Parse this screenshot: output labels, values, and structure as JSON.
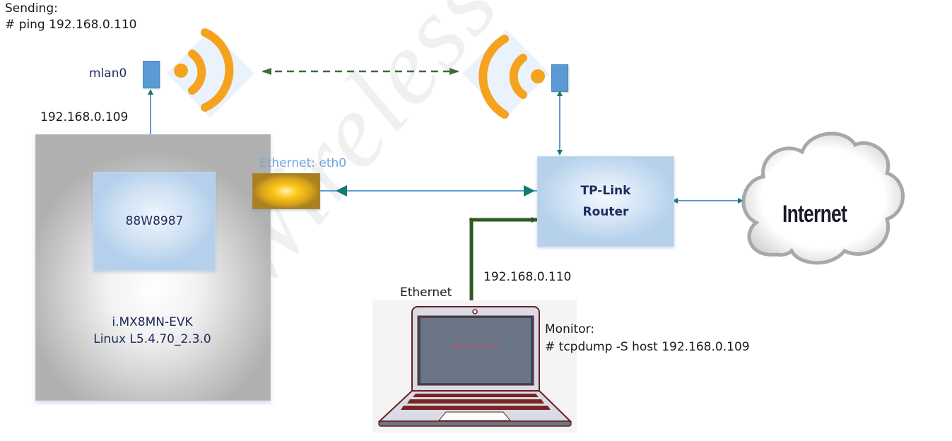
{
  "watermark": "Wireless MCU Team",
  "sender": {
    "title": "Sending:",
    "command": "# ping 192.168.0.110",
    "interface": "mlan0",
    "ip": "192.168.0.109"
  },
  "board": {
    "chip": "88W8987",
    "name": "i.MX8MN-EVK",
    "os": "Linux L5.4.70_2.3.0",
    "ethernet_label": "Ethernet: eth0"
  },
  "router": {
    "line1": "TP-Link",
    "line2": "Router"
  },
  "internet": {
    "label": "Internet"
  },
  "monitor": {
    "ethernet_label": "Ethernet",
    "ip": "192.168.0.110",
    "title": "Monitor:",
    "command": "# tcpdump -S host 192.168.0.109",
    "screen_text": "ubuntu 20.04 LTS"
  },
  "colors": {
    "wifi": "#f5a31f",
    "antenna": "#5b9bd5",
    "link_line": "#5b9bd5",
    "arrowhead": "#127a73",
    "wireless_link": "#3e6b3a",
    "ethernet_cable": "#2f5a22",
    "navy_text": "#1f2a5c",
    "eth_label": "#6fa6d8",
    "laptop_outline": "#6b1f1f",
    "laptop_screen": "#6a7585"
  }
}
